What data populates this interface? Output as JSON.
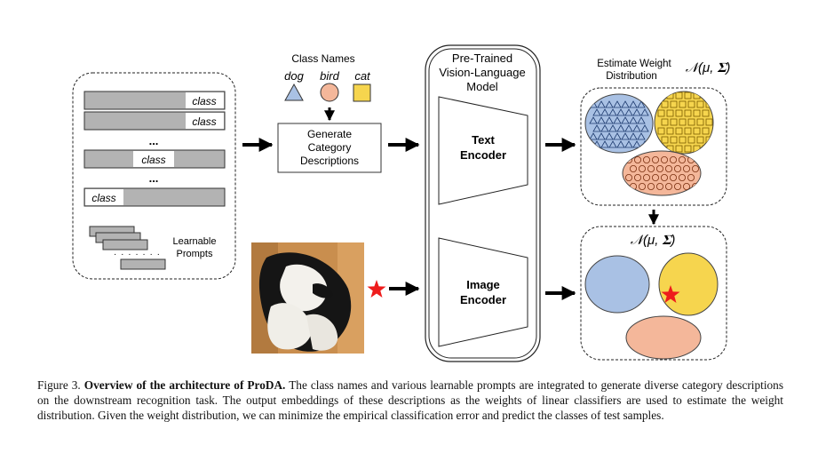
{
  "figure": {
    "prompt_labels": [
      "class",
      "class",
      "class",
      "class"
    ],
    "dots": "...",
    "learnable_prompts": [
      "Learnable",
      "Prompts"
    ],
    "class_names_title": "Class Names",
    "class_names": [
      "dog",
      "bird",
      "cat"
    ],
    "generate_box": [
      "Generate",
      "Category",
      "Descriptions"
    ],
    "vlm_title": [
      "Pre-Trained",
      "Vision-Language",
      "Model"
    ],
    "text_encoder": [
      "Text",
      "Encoder"
    ],
    "image_encoder": [
      "Image",
      "Encoder"
    ],
    "estimate_title": [
      "Estimate Weight",
      "Distribution"
    ],
    "gaussian_label": "𝒩(μ, 𝚺)",
    "colors": {
      "dog": "#a9c1e4",
      "bird": "#f4b79a",
      "cat": "#f6d54e",
      "star": "#ee1c1c",
      "prompt_bar": "#b3b3b3"
    }
  },
  "caption": {
    "label": "Figure 3.",
    "bold": "Overview of the architecture of ProDA.",
    "text": "The class names and various learnable prompts are integrated to generate diverse category descriptions on the downstream recognition task. The output embeddings of these descriptions as the weights of linear classifiers are used to estimate the weight distribution. Given the weight distribution, we can minimize the empirical classification error and predict the classes of test samples."
  }
}
